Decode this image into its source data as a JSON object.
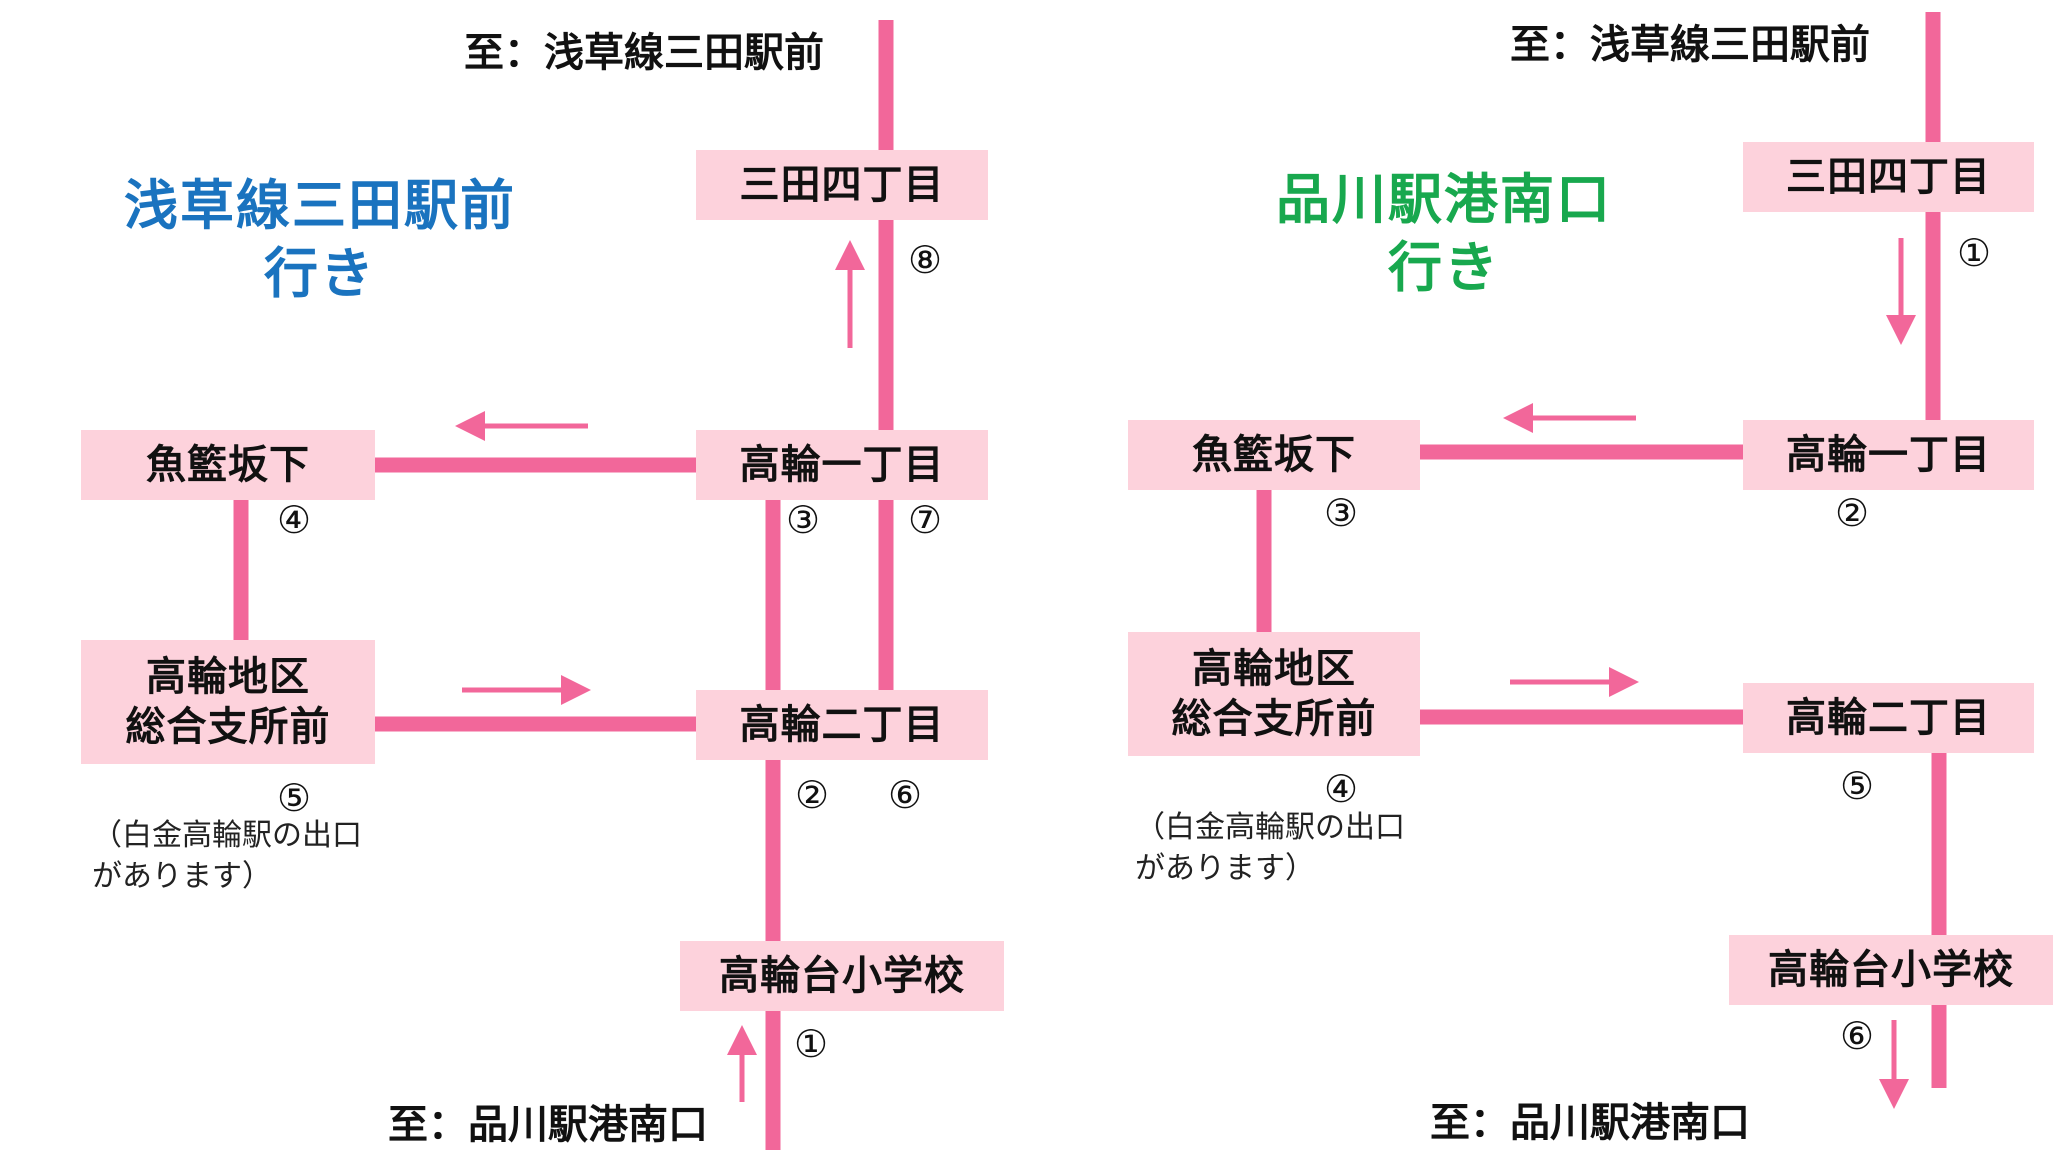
{
  "colors": {
    "route_line": "#f2679a",
    "stop_box": "#fdd2dc",
    "left_title": "#1a73bf",
    "right_title": "#18a84e"
  },
  "left": {
    "dest_top": "至：浅草線三田駅前",
    "dest_bottom": "至：品川駅港南口",
    "title_line1": "浅草線三田駅前",
    "title_line2": "行き",
    "note_line1": "（白金高輪駅の出口",
    "note_line2": "があります）",
    "stops": {
      "mita": "三田四丁目",
      "takanawa1": "高輪一丁目",
      "uokae": "魚籃坂下",
      "sogo_line1": "高輪地区",
      "sogo_line2": "総合支所前",
      "takanawa2": "高輪二丁目",
      "school": "高輪台小学校"
    },
    "numbers": {
      "n1": "①",
      "n2": "②",
      "n3": "③",
      "n4": "④",
      "n5": "⑤",
      "n6": "⑥",
      "n7": "⑦",
      "n8": "⑧"
    }
  },
  "right": {
    "dest_top": "至：浅草線三田駅前",
    "dest_bottom": "至：品川駅港南口",
    "title_line1": "品川駅港南口",
    "title_line2": "行き",
    "note_line1": "（白金高輪駅の出口",
    "note_line2": "があります）",
    "stops": {
      "mita": "三田四丁目",
      "takanawa1": "高輪一丁目",
      "uokae": "魚籃坂下",
      "sogo_line1": "高輪地区",
      "sogo_line2": "総合支所前",
      "takanawa2": "高輪二丁目",
      "school": "高輪台小学校"
    },
    "numbers": {
      "n1": "①",
      "n2": "②",
      "n3": "③",
      "n4": "④",
      "n5": "⑤",
      "n6": "⑥"
    }
  }
}
